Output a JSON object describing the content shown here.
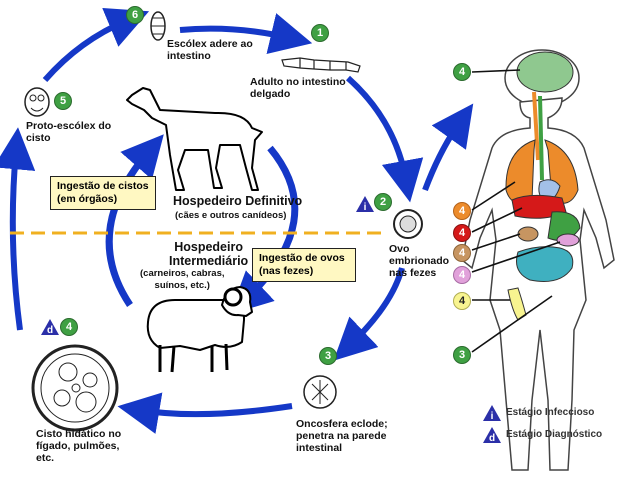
{
  "colors": {
    "arrow": "#1538c7",
    "stage_number": "#3fa043",
    "infectious_marker": "#2b2fa8",
    "box_fill": "#fff8c2",
    "divider": "#f0b020",
    "lung": "#ec8b2b",
    "liver": "#d51919",
    "kidney": "#c79561",
    "spleen": "#e1a1da",
    "bone": "#f8f490",
    "brain": "#8fc88f"
  },
  "icons": {
    "infectious": "triangle-i-icon",
    "diagnostic": "triangle-d-icon",
    "dog": "dog-silhouette",
    "sheep": "sheep-silhouette",
    "human": "human-body-silhouette"
  },
  "stages": {
    "s1": {
      "number": "1",
      "line1": "Adulto no intestino",
      "line2": "delgado"
    },
    "s2": {
      "number": "2",
      "line1": "Ovo",
      "line2": "embrionado",
      "line3": "nas fezes"
    },
    "s3": {
      "number": "3",
      "line1": "Oncosfera eclode;",
      "line2": "penetra na parede",
      "line3": "intestinal"
    },
    "s4": {
      "number": "4",
      "line1": "Cisto hidático no",
      "line2": "fígado, pulmões,",
      "line3": "etc."
    },
    "s5": {
      "number": "5",
      "line1": "Proto-escólex do",
      "line2": "cisto"
    },
    "s6": {
      "number": "6",
      "line1": "Escólex adere ao",
      "line2": "intestino"
    }
  },
  "hosts": {
    "definitive": {
      "title": "Hospedeiro Definitivo",
      "sub": "(cães e outros canídeos)"
    },
    "intermediate": {
      "title1": "Hospedeiro",
      "title2": "Intermediário",
      "sub1": "(carneiros, cabras,",
      "sub2": "suínos, etc.)"
    }
  },
  "boxes": {
    "cysts": {
      "line1": "Ingestão de cistos",
      "line2": "(em órgãos)"
    },
    "eggs": {
      "line1": "Ingestão de ovos",
      "line2": "(nas fezes)"
    }
  },
  "markers": {
    "infectious": "i",
    "diagnostic": "d"
  },
  "human_labels": [
    "4",
    "4",
    "4",
    "4",
    "4",
    "4",
    "3"
  ],
  "legend": {
    "infectious": "Estágio Infeccioso",
    "diagnostic": "Estágio Diagnóstico"
  }
}
